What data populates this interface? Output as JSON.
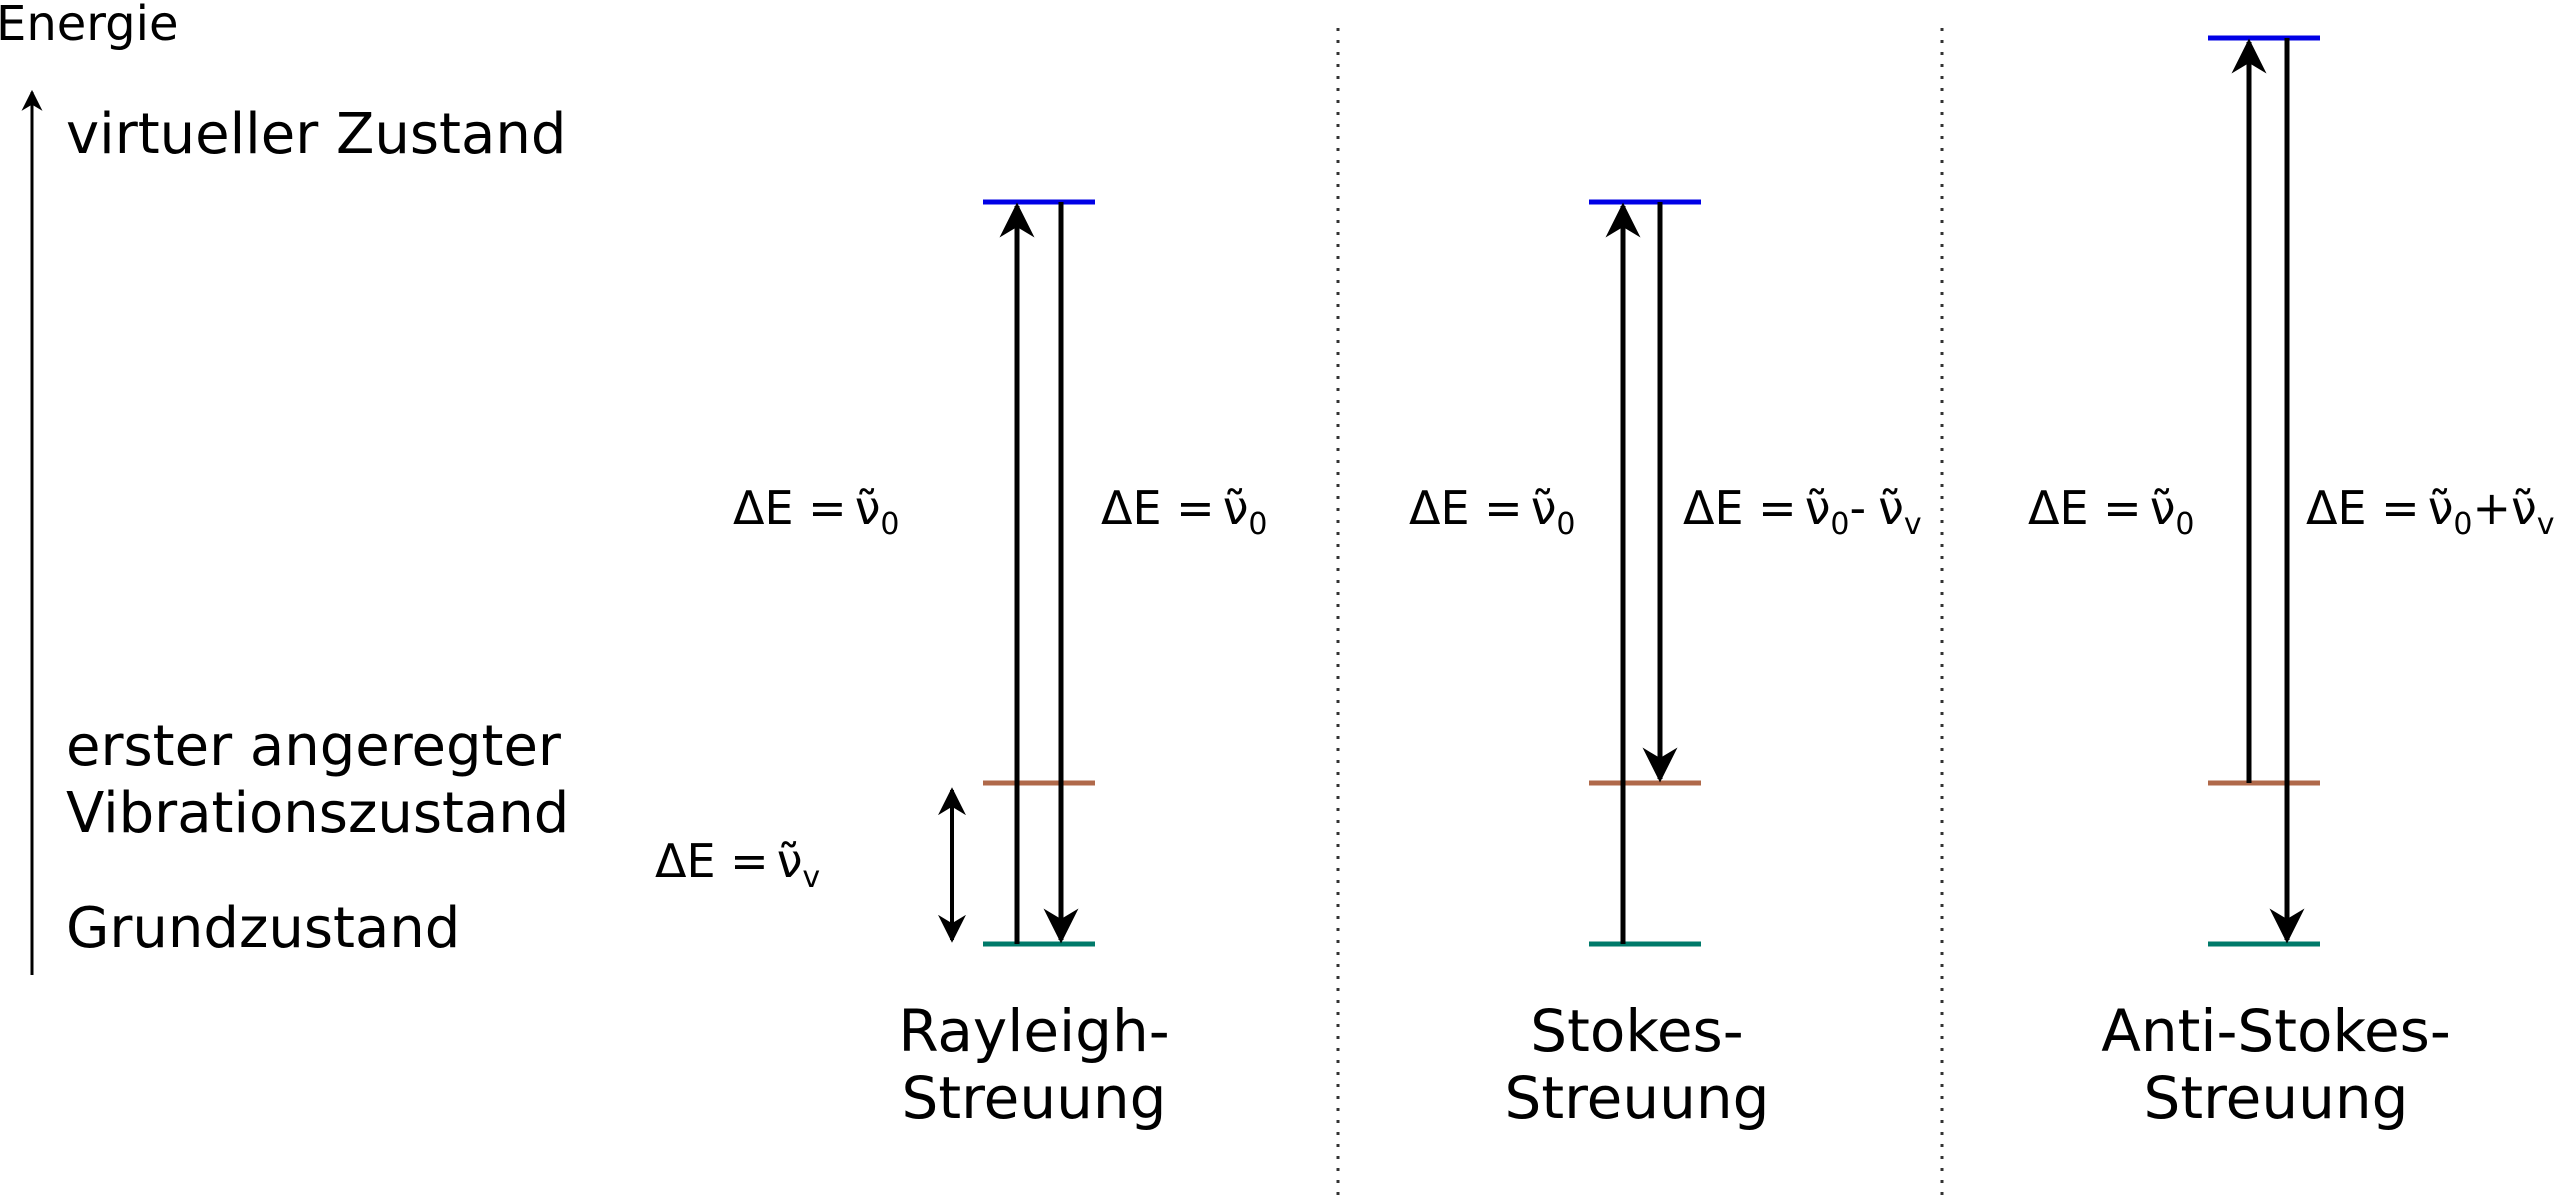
{
  "colors": {
    "virtual": "#0000e6",
    "vibrational": "#b0694a",
    "ground": "#007a6a",
    "ink": "#000000",
    "divider": "#333333"
  },
  "axis": {
    "label": "Energie"
  },
  "legend": {
    "virtual": "virtueller Zustand",
    "vibrational_line1": "erster angeregter",
    "vibrational_line2": "Vibrationszustand",
    "ground": "Grundzustand"
  },
  "symbols": {
    "delta_e": "ΔE =",
    "nu_tilde": "ν̃",
    "sub_zero": "0",
    "sub_v": "v",
    "minus": "-",
    "plus": "+"
  },
  "panels": [
    {
      "id": "rayleigh",
      "caption_line1": "Rayleigh-",
      "caption_line2": "Streuung",
      "excitation": "ΔE = ν̃₀",
      "emission": "ΔE = ν̃₀",
      "vibrational_gap": "ΔE = ν̃ᵥ"
    },
    {
      "id": "stokes",
      "caption_line1": "Stokes-",
      "caption_line2": "Streuung",
      "excitation": "ΔE = ν̃₀",
      "emission": "ΔE = ν̃₀ - ν̃ᵥ"
    },
    {
      "id": "anti-stokes",
      "caption_line1": "Anti-Stokes-",
      "caption_line2": "Streuung",
      "excitation": "ΔE = ν̃₀",
      "emission": "ΔE = ν̃₀ + ν̃ᵥ"
    }
  ]
}
